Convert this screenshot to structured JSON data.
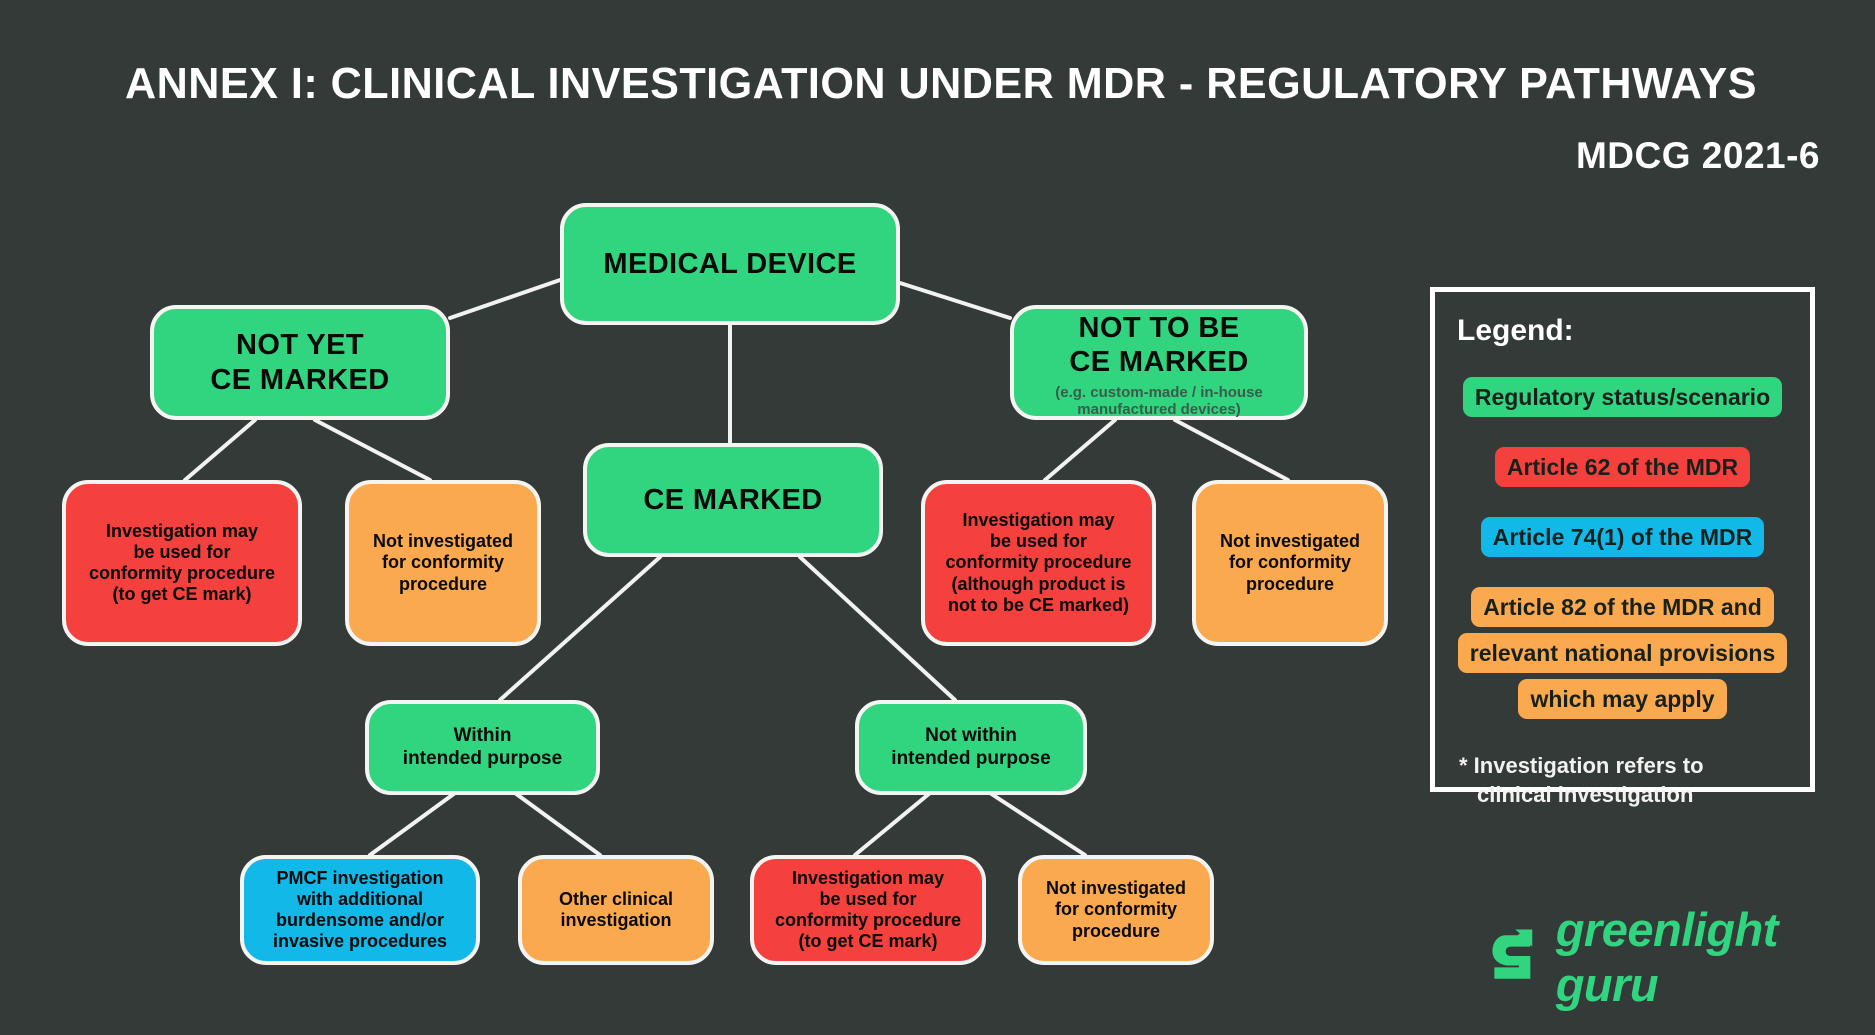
{
  "header": {
    "title": "Annex I: Clinical Investigation under MDR - Regulatory Pathways",
    "subtitle": "MDCG 2021-6"
  },
  "colors": {
    "background": "#333a37",
    "green": "#31d47f",
    "red": "#f4413d",
    "orange": "#fba94e",
    "blue": "#12b8e8",
    "outline": "#f4f4f2",
    "text_dark": "#0a0a0a",
    "text_light": "#ffffff",
    "note": "#3a5d4b"
  },
  "nodes": {
    "medical_device": {
      "label": "MEDICAL DEVICE",
      "color": "green"
    },
    "not_yet_ce": {
      "label": "NOT YET\nCE MARKED",
      "color": "green"
    },
    "not_to_be_ce": {
      "label": "NOT TO BE\nCE MARKED",
      "note": "(e.g. custom-made / in-house manufactured devices)",
      "color": "green"
    },
    "ce_marked": {
      "label": "CE MARKED",
      "color": "green"
    },
    "left_red": {
      "label": "Investigation may\nbe used for\nconformity procedure\n(to get CE mark)",
      "color": "red"
    },
    "left_orange": {
      "label": "Not investigated\nfor conformity\nprocedure",
      "color": "orange"
    },
    "right_red": {
      "label": "Investigation may\nbe used for\nconformity procedure\n(although product is\nnot to be CE marked)",
      "color": "red"
    },
    "right_orange": {
      "label": "Not investigated\nfor conformity\nprocedure",
      "color": "orange"
    },
    "within_purpose": {
      "label": "Within\nintended purpose",
      "color": "green"
    },
    "not_within_purpose": {
      "label": "Not within\nintended purpose",
      "color": "green"
    },
    "pmcf": {
      "label": "PMCF investigation\nwith additional\nburdensome and/or\ninvasive procedures",
      "color": "blue"
    },
    "other_clinical": {
      "label": "Other clinical\ninvestigation",
      "color": "orange"
    },
    "center_red": {
      "label": "Investigation may\nbe used for\nconformity procedure\n(to get CE mark)",
      "color": "red"
    },
    "center_orange": {
      "label": "Not investigated\nfor conformity\nprocedure",
      "color": "orange"
    }
  },
  "legend": {
    "title": "Legend:",
    "items": [
      {
        "label": "Regulatory status/scenario",
        "color": "green"
      },
      {
        "label": "Article 62 of the MDR",
        "color": "red"
      },
      {
        "label": "Article 74(1) of the MDR",
        "color": "blue"
      },
      {
        "label": "Article 82 of the MDR and relevant national provisions which may apply",
        "color": "orange"
      }
    ],
    "footnote_line1": "* Investigation refers to",
    "footnote_line2": "clinical investigation"
  },
  "logo": {
    "wordmark": "greenlight guru",
    "mark": "greenlight-guru-g-icon"
  }
}
